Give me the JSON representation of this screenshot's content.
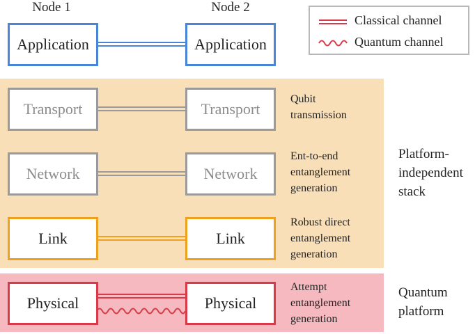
{
  "nodes": {
    "node1": "Node 1",
    "node2": "Node 2"
  },
  "layers": {
    "application": "Application",
    "transport": "Transport",
    "network": "Network",
    "link": "Link",
    "physical": "Physical"
  },
  "descriptions": {
    "transport": [
      "Qubit",
      "transmission"
    ],
    "network": [
      "Ent-to-end",
      "entanglement",
      "generation"
    ],
    "link": [
      "Robust direct",
      "entanglement",
      "generation"
    ],
    "physical": [
      "Attempt",
      "entanglement",
      "generation"
    ]
  },
  "side_labels": {
    "stack": [
      "Platform-",
      "independent",
      "stack"
    ],
    "platform": [
      "Quantum",
      "platform"
    ]
  },
  "legend": {
    "classical": "Classical channel",
    "quantum": "Quantum channel"
  },
  "colors": {
    "application": "#4a86d8",
    "gray": "#9a9a9a",
    "link": "#efa01d",
    "physical": "#d93a4a",
    "stack_band": "#f9dfb8",
    "platform_band": "#f5b9bf"
  }
}
